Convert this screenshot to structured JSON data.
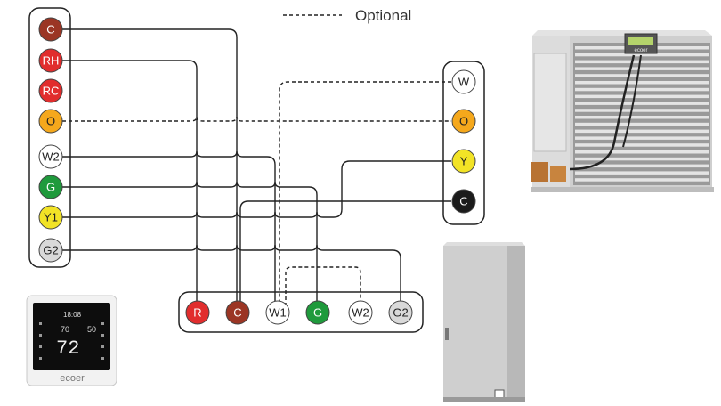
{
  "legend": {
    "label": "Optional"
  },
  "thermostat_terminals": [
    {
      "label": "C",
      "fill": "#9b3524",
      "text": "#ffffff"
    },
    {
      "label": "RH",
      "fill": "#e12d2d",
      "text": "#ffffff"
    },
    {
      "label": "RC",
      "fill": "#e12d2d",
      "text": "#ffffff"
    },
    {
      "label": "O",
      "fill": "#f5a81c",
      "text": "#222222"
    },
    {
      "label": "W2",
      "fill": "#ffffff",
      "text": "#222222"
    },
    {
      "label": "G",
      "fill": "#1f9a3c",
      "text": "#ffffff"
    },
    {
      "label": "Y1",
      "fill": "#f2e326",
      "text": "#222222"
    },
    {
      "label": "G2",
      "fill": "#d9d9d9",
      "text": "#222222"
    }
  ],
  "outdoor_terminals": [
    {
      "label": "W",
      "fill": "#ffffff",
      "text": "#222222"
    },
    {
      "label": "O",
      "fill": "#f5a81c",
      "text": "#222222"
    },
    {
      "label": "Y",
      "fill": "#f2e326",
      "text": "#222222"
    },
    {
      "label": "C",
      "fill": "#1b1b1b",
      "text": "#ffffff"
    }
  ],
  "air_handler_terminals": [
    {
      "label": "R",
      "fill": "#e12d2d",
      "text": "#ffffff"
    },
    {
      "label": "C",
      "fill": "#9b3524",
      "text": "#ffffff"
    },
    {
      "label": "W1",
      "fill": "#ffffff",
      "text": "#222222"
    },
    {
      "label": "G",
      "fill": "#1f9a3c",
      "text": "#ffffff"
    },
    {
      "label": "W2",
      "fill": "#ffffff",
      "text": "#222222"
    },
    {
      "label": "G2",
      "fill": "#d9d9d9",
      "text": "#222222"
    }
  ],
  "thermostat_device": {
    "logo": "ecoer",
    "temperature": "72",
    "time": "18:08",
    "setpoint_left": "70",
    "setpoint_right": "50"
  },
  "outdoor_unit": {
    "logo": "ecoer"
  }
}
